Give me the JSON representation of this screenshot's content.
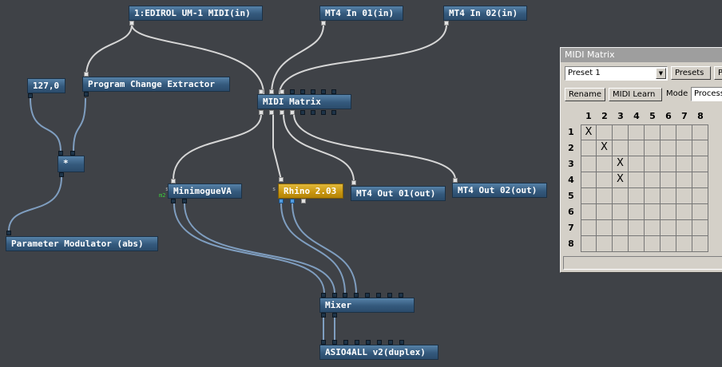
{
  "colors": {
    "canvas": "#3f4247",
    "node": "#34597c",
    "node_highlight": "#c7940e",
    "wire": "#d6d6d6",
    "wire_audio": "#7f9ec0",
    "window": "#d4d0c8"
  },
  "nodes": {
    "edirol_in": "1:EDIROL UM-1 MIDI(in)",
    "mt4_in_01": "MT4 In 01(in)",
    "mt4_in_02": "MT4 In 02(in)",
    "value_127": "127,0",
    "program_change": "Program Change Extractor",
    "midi_matrix": "MIDI Matrix",
    "multiply": "*",
    "minimogue": "MinimogueVA",
    "rhino": "Rhino 2.03",
    "mt4_out_01": "MT4 Out 01(out)",
    "mt4_out_02": "MT4 Out 02(out)",
    "param_mod": "Parameter Modulator (abs)",
    "mixer": "Mixer",
    "asio": "ASIO4ALL v2(duplex)"
  },
  "pin_labels": {
    "m2": "m2",
    "s1": "s",
    "s2": "s"
  },
  "matrix_window": {
    "title": "MIDI Matrix",
    "preset_value": "Preset 1",
    "presets_button": "Presets",
    "extra_button": "P",
    "rename_button": "Rename",
    "midi_learn_button": "MIDI Learn",
    "mode_label": "Mode",
    "mode_value": "Process",
    "columns": [
      "1",
      "2",
      "3",
      "4",
      "5",
      "6",
      "7",
      "8"
    ],
    "rows": [
      "1",
      "2",
      "3",
      "4",
      "5",
      "6",
      "7",
      "8"
    ],
    "connections": [
      [
        1,
        1
      ],
      [
        2,
        2
      ],
      [
        3,
        3
      ],
      [
        4,
        3
      ]
    ],
    "mark": "X"
  }
}
